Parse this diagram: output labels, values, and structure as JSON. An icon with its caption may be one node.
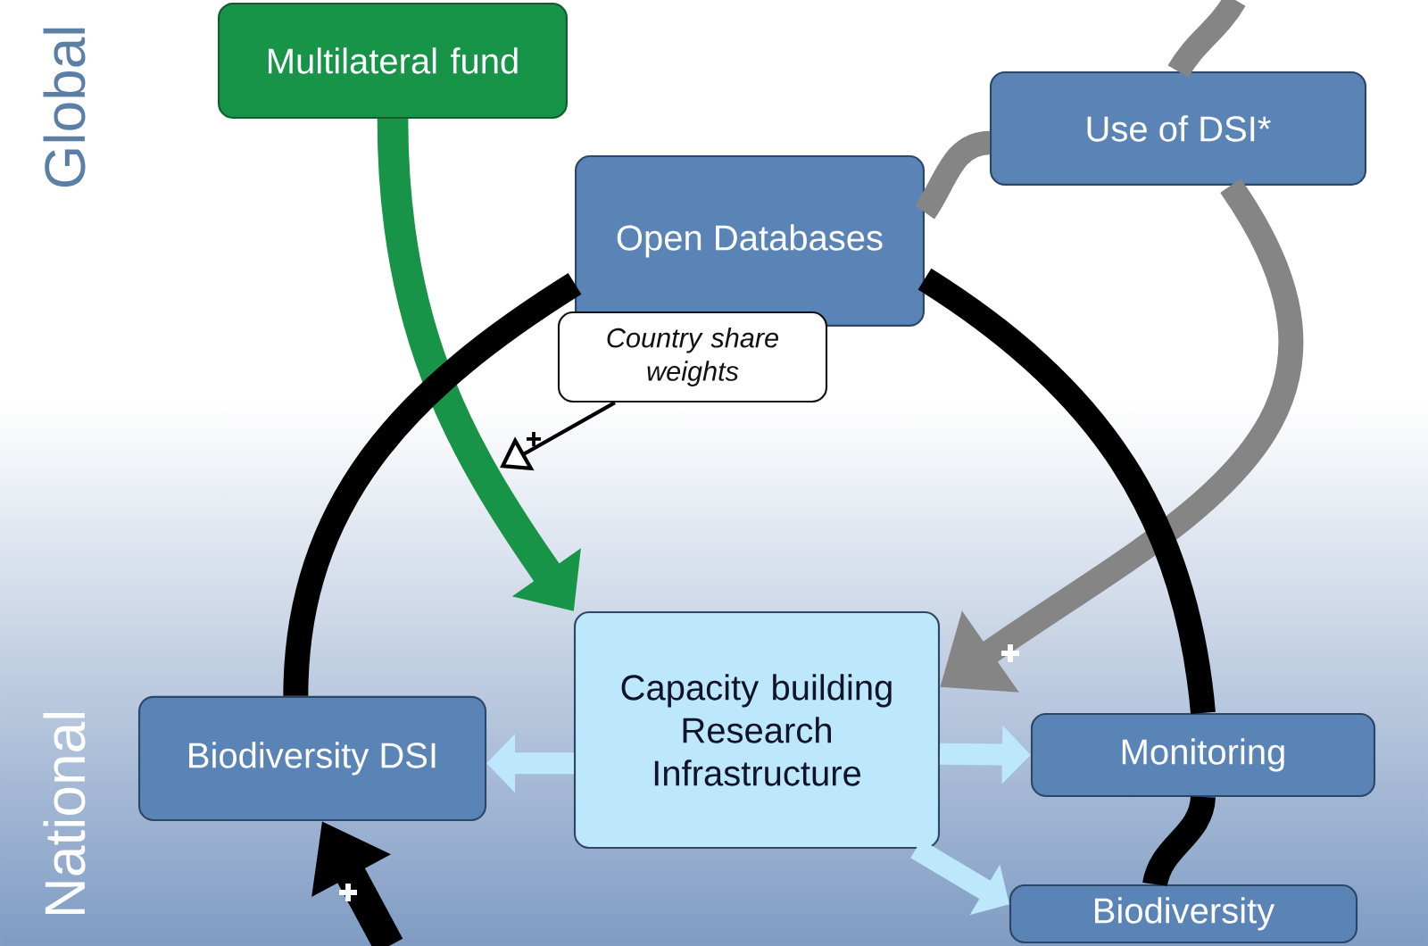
{
  "diagram": {
    "nodes": [
      {
        "text": [
          "Multilateral fund"
        ]
      },
      {
        "text": [
          "Use of DSI*"
        ]
      },
      {
        "text": [
          "Open Databases"
        ]
      },
      {
        "text": [
          "Country share weights"
        ]
      },
      {
        "text": [
          "Capacity building Research Infrastructure"
        ]
      },
      {
        "text": [
          "Biodiversity DSI"
        ]
      },
      {
        "text": [
          "Monitoring"
        ]
      },
      {
        "text": [
          "Biodiversity"
        ]
      }
    ],
    "edges": [
      {
        "from": 0,
        "to": 4,
        "arrow": "to",
        "color": "#179447"
      },
      {
        "from": null,
        "to": 1,
        "arrow": "none",
        "color": "#858585"
      },
      {
        "from": 2,
        "to": 1,
        "arrow": "none",
        "color": "#858585"
      },
      {
        "from": 1,
        "to": 4,
        "arrow": "to",
        "color": "#858585"
      },
      {
        "from": 5,
        "to": 2,
        "arrow": "none"
      },
      {
        "from": 2,
        "to": 6,
        "arrow": "none"
      },
      {
        "from": 6,
        "to": 7,
        "arrow": "none"
      },
      {
        "from": null,
        "to": 5,
        "arrow": "to"
      },
      {
        "from": 4,
        "to": 5,
        "arrow": "to",
        "color": "#bde8fb"
      },
      {
        "from": 4,
        "to": 6,
        "arrow": "to",
        "color": "#bde8fb"
      },
      {
        "from": 4,
        "to": 7,
        "arrow": "to",
        "color": "#bde8fb"
      },
      {
        "from": 3,
        "to": null,
        "arrow": "to"
      }
    ],
    "labels": [
      "Global",
      "National"
    ]
  }
}
